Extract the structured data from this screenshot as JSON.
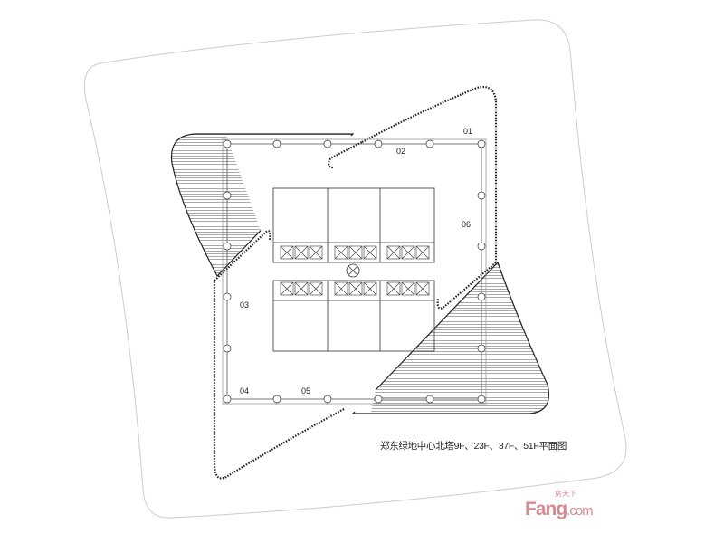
{
  "plan": {
    "caption": "郑东绿地中心北塔9F、23F、37F、51F平面图",
    "zones": [
      "01",
      "02",
      "03",
      "04",
      "05",
      "06"
    ]
  },
  "watermark": {
    "cn": "房天下",
    "en": "Fang",
    "suffix": ".com",
    "color": "#d88a92"
  },
  "colors": {
    "line": "#222222",
    "site": "#cccccc"
  }
}
